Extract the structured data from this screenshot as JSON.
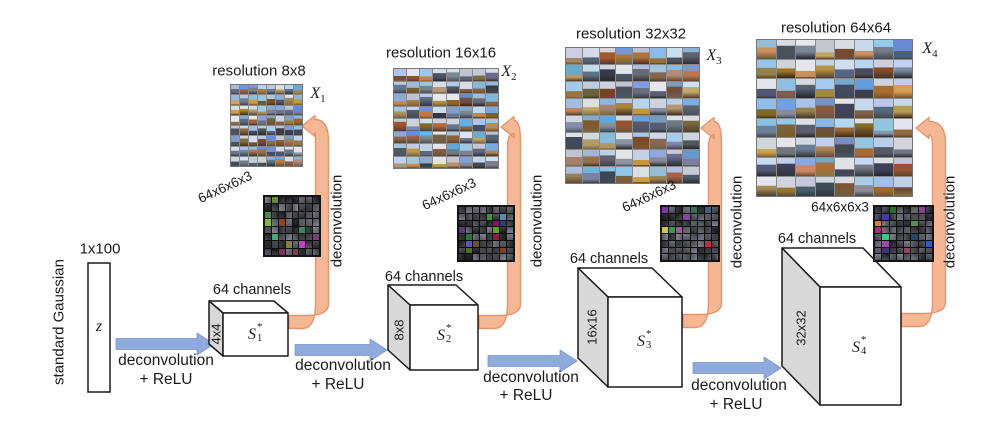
{
  "figure": {
    "input": {
      "source_label": "standard Gaussian",
      "size_label": "1x100",
      "symbol": "z"
    },
    "stages": [
      {
        "resolution_label": "resolution 8x8",
        "output_symbol": "X",
        "output_subscript": "1",
        "filters_label": "64x6x6x3",
        "channels_label": "64 channels",
        "depth_label": "4x4",
        "state_symbol": "S",
        "state_superscript": "*",
        "state_subscript": "1",
        "upsample_label": "deconvolution",
        "transition_label_line1": "deconvolution",
        "transition_label_line2": "+ ReLU"
      },
      {
        "resolution_label": "resolution 16x16",
        "output_symbol": "X",
        "output_subscript": "2",
        "filters_label": "64x6x6x3",
        "channels_label": "64 channels",
        "depth_label": "8x8",
        "state_symbol": "S",
        "state_superscript": "*",
        "state_subscript": "2",
        "upsample_label": "deconvolution",
        "transition_label_line1": "deconvolution",
        "transition_label_line2": "+ ReLU"
      },
      {
        "resolution_label": "resolution 32x32",
        "output_symbol": "X",
        "output_subscript": "3",
        "filters_label": "64x6x6x3",
        "channels_label": "64 channels",
        "depth_label": "16x16",
        "state_symbol": "S",
        "state_superscript": "*",
        "state_subscript": "3",
        "upsample_label": "deconvolution",
        "transition_label_line1": "deconvolution",
        "transition_label_line2": "+ ReLU"
      },
      {
        "resolution_label": "resolution 64x64",
        "output_symbol": "X",
        "output_subscript": "4",
        "filters_label": "64x6x6x3",
        "channels_label": "64 channels",
        "depth_label": "32x32",
        "state_symbol": "S",
        "state_superscript": "*",
        "state_subscript": "4",
        "upsample_label": "deconvolution",
        "transition_label_line1": "deconvolution",
        "transition_label_line2": "+ ReLU"
      }
    ],
    "grid_shape": {
      "rows": 8,
      "cols": 8
    },
    "colors": {
      "up_arrow_fill": "#F6B795",
      "up_arrow_edge": "#E8946B",
      "flow_arrow_fill": "#8FAADC",
      "flow_arrow_edge": "#7C94CC",
      "box_side_fill": "#D9D9D9",
      "box_front_fill": "#FFFFFF",
      "outline": "#1A1A1A"
    }
  }
}
